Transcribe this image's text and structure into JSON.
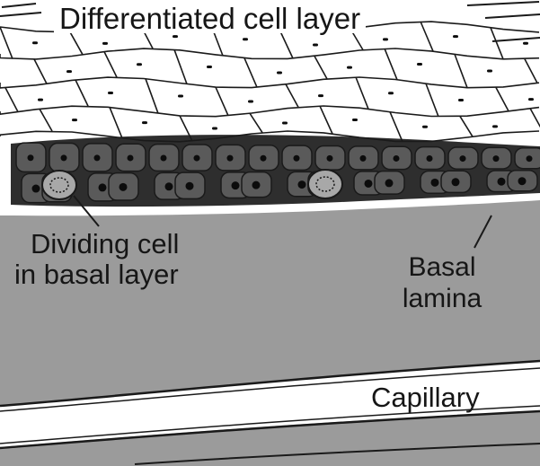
{
  "labels": {
    "differentiated": "Differentiated cell layer",
    "dividing_line1": "Dividing cell",
    "dividing_line2": "in basal layer",
    "basal_line1": "Basal",
    "basal_line2": "lamina",
    "capillary": "Capillary"
  },
  "colors": {
    "background": "#ffffff",
    "connective_tissue": "#9b9b9b",
    "basal_cell_fill": "#5a5a5a",
    "basal_layer_dark": "#2e2e2e",
    "nucleus": "#0c0c0c",
    "line": "#1a1a1a",
    "label_text": "#161616"
  }
}
